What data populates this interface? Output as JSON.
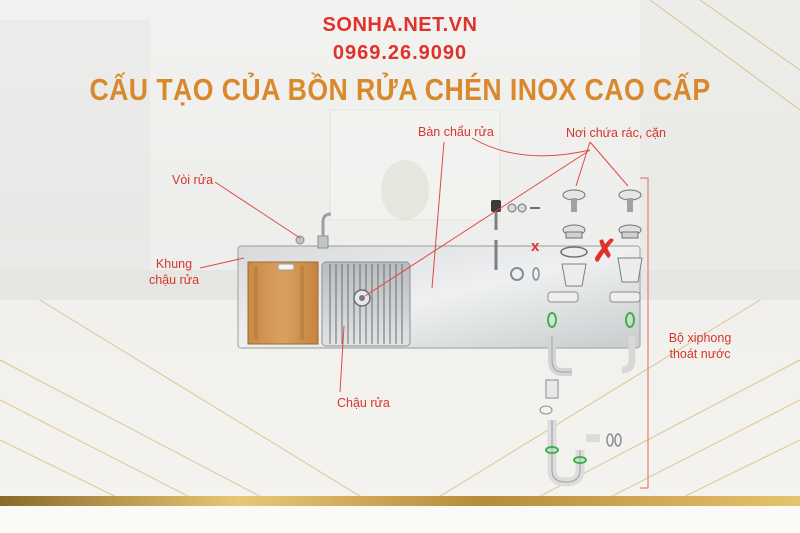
{
  "header": {
    "site": "SONHA.NET.VN",
    "phone": "0969.26.9090",
    "title": "CẤU TẠO CỦA BỒN RỬA CHÉN INOX CAO CẤP"
  },
  "labels": {
    "ban_chau_rua": "Bàn chẩu rửa",
    "noi_chua_rac": "Nơi chứa rác, cặn",
    "voi_rua": "Vòi rửa",
    "khung_line1": "Khung",
    "khung_line2": "chậu rửa",
    "chau_rua": "Chậu rửa",
    "xiphong_line1": "Bộ xiphong",
    "xiphong_line2": "thoát nước"
  },
  "marks": {
    "wrong_small": "x",
    "wrong_big": "✗"
  },
  "colors": {
    "brand_red": "#e0312b",
    "title_gold": "#d9892b",
    "label_red": "#d8342e",
    "gold_line": "#c9a24a"
  }
}
